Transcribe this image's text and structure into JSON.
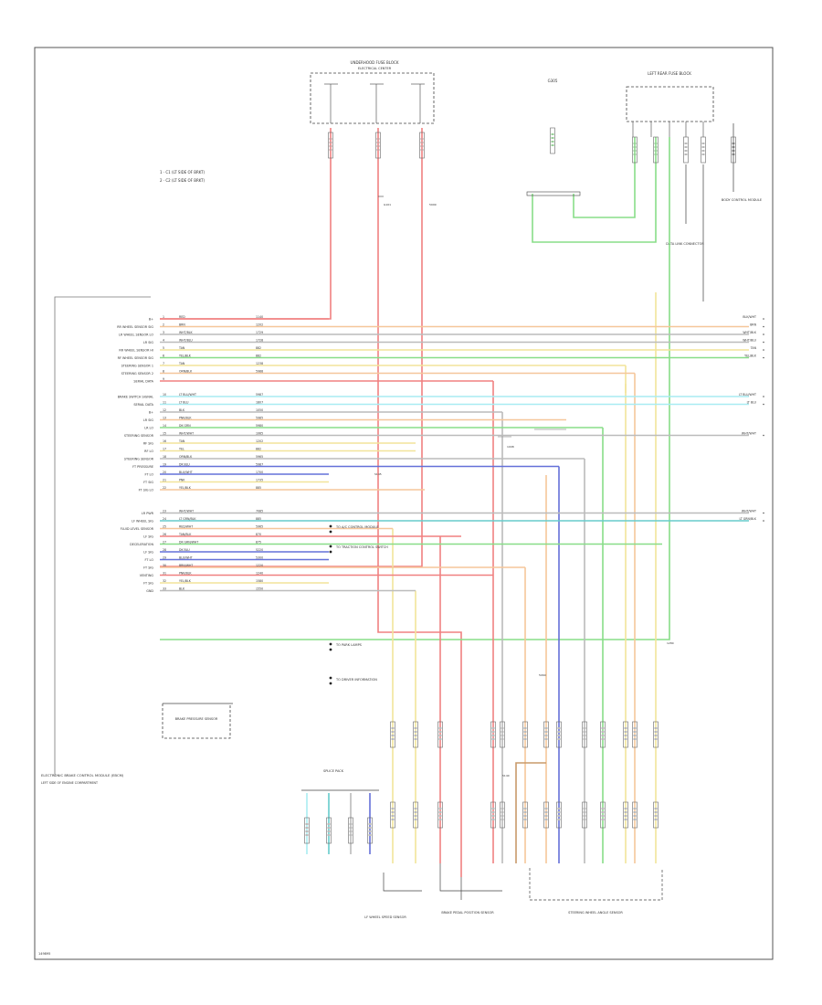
{
  "colors": {
    "frame": "#555555",
    "wire_red": "#f08080",
    "wire_orange": "#f5c69a",
    "wire_yellow": "#f2e49a",
    "wire_green": "#88dd88",
    "wire_lightblue": "#a8ecf2",
    "wire_cyan": "#66cccc",
    "wire_blue": "#6470d8",
    "wire_gray": "#bbbbbb",
    "wire_brown": "#c89a6a",
    "component": "#444444"
  },
  "notes": {
    "line1": "1 · C1 (LT SIDE OF BRKT)",
    "line2": "2 · C2 (LT SIDE OF BRKT)"
  },
  "components": {
    "fuse_block_top": "UNDERHOOD FUSE BLOCK",
    "fuse_block_top_detail": "ELECTRICAL CENTER",
    "fuse_block_right": "LEFT REAR FUSE BLOCK",
    "ground_top": "G305",
    "right_ground": "BODY CONTROL MODULE",
    "right_branch": "DATA LINK CONNECTOR",
    "ebcm": "ELECTRONIC BRAKE CONTROL MODULE (EBCM)",
    "ebcm_detail": "LEFT SIDE OF ENGINE COMPARTMENT",
    "pressure_switch": "BRAKE PRESSURE SENSOR",
    "lf_sensor": "LF WHEEL SPEED SENSOR",
    "rf_sensor": "BRAKE PEDAL POSITION SENSOR",
    "steer_sensor": "STEERING WHEEL ANGLE SENSOR",
    "junction": "SPLICE PACK"
  },
  "left_labels": [
    "B+",
    "RR WHEEL SENSOR SIG",
    "LR WHEEL SENSOR LO",
    "LR SIG",
    "RR WHEEL SENSOR HI",
    "RF WHEEL SENSOR SIG",
    "STEERING SENSOR 1",
    "STEERING SENSOR 2",
    "SERIAL DATA",
    "",
    "BRAKE SWITCH SIGNAL",
    "SERIAL DATA",
    "B+",
    "LR SIG",
    "LR LO",
    "STEERING SENSOR",
    "RF SIG",
    "RF LO",
    "STEERING SENSOR",
    "FT PRESSURE",
    "FT LO",
    "FT SIG",
    "FT SIG LO",
    "",
    "",
    "LR PWR",
    "LF WHEEL SIG",
    "FLUID LEVEL SENSOR",
    "LF SIG",
    "DECELERATION",
    "LF SIG",
    "FT LO",
    "FT SIG",
    "VENTING",
    "FT SIG",
    "GND"
  ],
  "pin_codes": [
    "1",
    "2",
    "3",
    "4",
    "5",
    "6",
    "7",
    "8",
    "9",
    "",
    "10",
    "11",
    "12",
    "13",
    "14",
    "15",
    "16",
    "17",
    "18",
    "19",
    "20",
    "21",
    "22",
    "",
    "",
    "23",
    "24",
    "25",
    "26",
    "27",
    "28",
    "29",
    "30",
    "31",
    "32",
    "33"
  ],
  "wire_colors_text": [
    "RED",
    "BRN",
    "WHT/BLK",
    "WHT/BLU",
    "TAN",
    "YEL/BLK",
    "TAN",
    "ORN/BLK",
    "",
    "",
    "LT BLU/WHT",
    "LT BLU",
    "BLK",
    "PNK/BLK",
    "DK GRN",
    "WHT/WHT",
    "TAN",
    "YEL",
    "ORN/BLK",
    "DK BLU",
    "BLU/WHT",
    "PNK",
    "YEL/BLK",
    "",
    "",
    "WHT/WHT",
    "LT GRN/BLK",
    "RED/WHT",
    "TAN/BLK",
    "DK GRN/WHT",
    "DK BLU",
    "BLU/WHT",
    "BRN/WHT",
    "PNK/BLK",
    "YEL/BLK",
    "BLK"
  ],
  "circuit_numbers": [
    "1140",
    "1202",
    "1729",
    "1728",
    "882",
    "882",
    "1238",
    "5988",
    "",
    "",
    "5987",
    "1807",
    "1050",
    "5985",
    "5980",
    "1065",
    "1202",
    "882",
    "5965",
    "5987",
    "1700",
    "1735",
    "885",
    "",
    "",
    "7085",
    "885",
    "5965",
    "870",
    "875",
    "5220",
    "5300",
    "1220",
    "1240",
    "1580",
    "1550"
  ],
  "right_ends": [
    "BLK/WHT",
    "BRN",
    "WHT/BLK",
    "WHT/BLU",
    "TAN",
    "YEL/BLK",
    "LT BLU/WHT",
    "LT BLU",
    "WHT/WHT",
    "WHT/WHT",
    "LT GRN/BLK"
  ],
  "connector_labels": {
    "c1": "TO A/C CONTROL MODULE",
    "c2": "TO TRACTION CONTROL SWITCH",
    "c3": "TO PARK LAMPS",
    "c4": "TO DRIVER INFORMATION"
  },
  "wire_ids": [
    "G101",
    "5999",
    "1008",
    "5060",
    "1280",
    "S145",
    "5140"
  ],
  "page_code": "149895"
}
